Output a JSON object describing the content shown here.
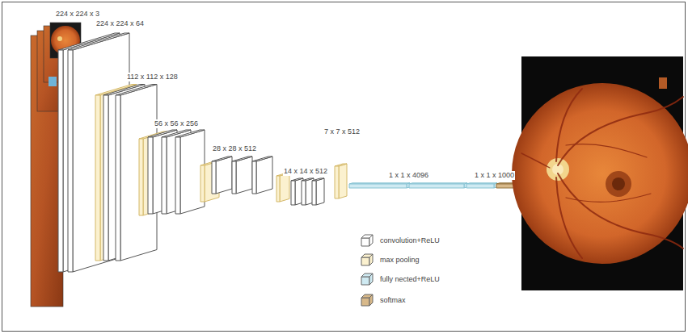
{
  "diagram": {
    "labels": [
      "224 x 224 x 3",
      "224 x 224 x 64",
      "112 x 112 x 128",
      "56 x 56 x 256",
      "28 x 28 x 512",
      "14 x 14 x 512",
      "7 x 7 x 512",
      "1 x 1 x 4096",
      "1 x 1 x 1000"
    ],
    "legend": [
      {
        "text": "convolution+ReLU",
        "color": "#ffffff"
      },
      {
        "text": "max pooling",
        "color": "#fbf1cf"
      },
      {
        "text": "fully nected+ReLU",
        "color": "#cfeaf2"
      },
      {
        "text": "softmax",
        "color": "#d8b98a"
      }
    ]
  }
}
